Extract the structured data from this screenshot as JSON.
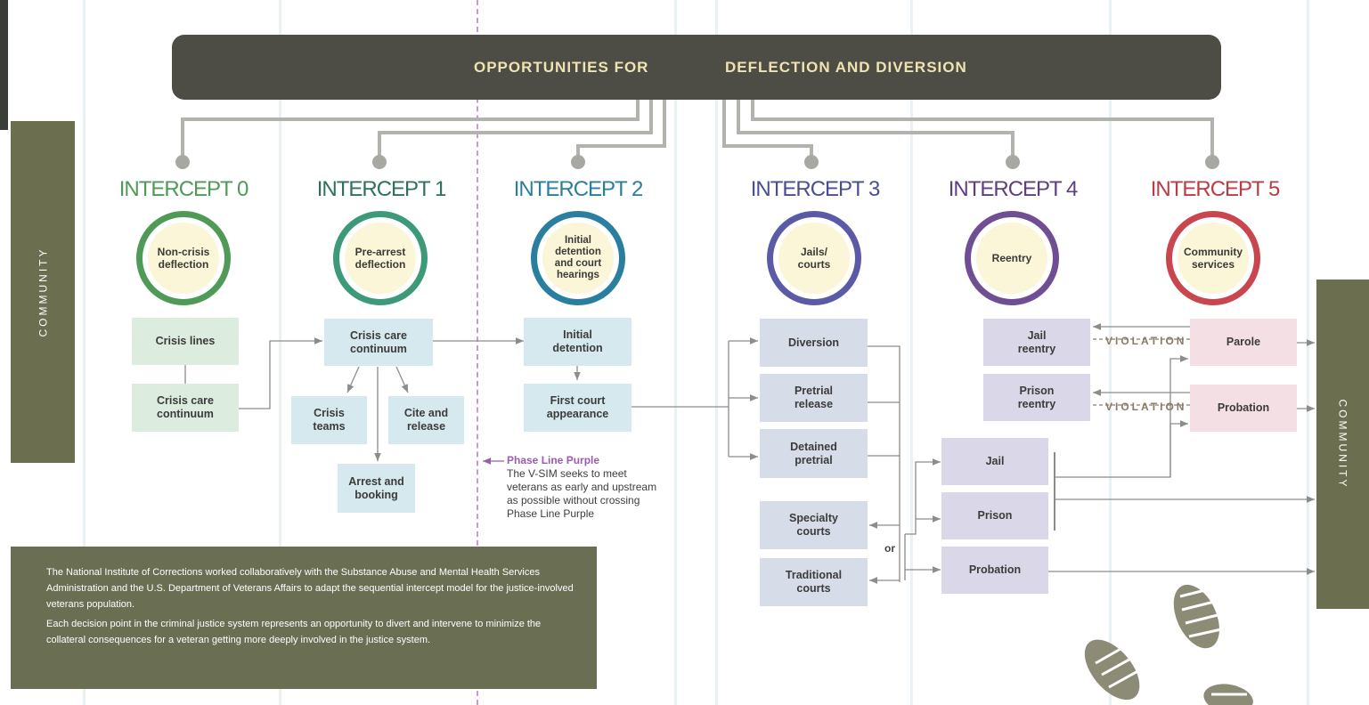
{
  "banner": {
    "left": "OPPORTUNITIES FOR",
    "right": "DEFLECTION AND DIVERSION"
  },
  "side_labels": {
    "left": "COMMUNITY",
    "right": "COMMUNITY"
  },
  "colors": {
    "intercept0": "#4f9a57",
    "intercept1": "#3d9a78",
    "intercept2": "#2a7ea0",
    "intercept3": "#5a5aa6",
    "intercept4": "#704e93",
    "intercept5": "#c9464e",
    "banner": "#4d4d45",
    "side_band": "#6b6f4f",
    "phase_line": "#9a5cae"
  },
  "intercepts": [
    {
      "title": "INTERCEPT 0",
      "circle": "Non-crisis\ndeflection"
    },
    {
      "title": "INTERCEPT 1",
      "circle": "Pre-arrest\ndeflection"
    },
    {
      "title": "INTERCEPT 2",
      "circle": "Initial\ndetention\nand court\nhearings"
    },
    {
      "title": "INTERCEPT 3",
      "circle": "Jails/\ncourts"
    },
    {
      "title": "INTERCEPT 4",
      "circle": "Reentry"
    },
    {
      "title": "INTERCEPT 5",
      "circle": "Community\nservices"
    }
  ],
  "boxes": {
    "crisis_lines": "Crisis lines",
    "crisis_care_0": "Crisis care\ncontinuum",
    "crisis_care_1": "Crisis care\ncontinuum",
    "crisis_teams": "Crisis\nteams",
    "cite_release": "Cite and\nrelease",
    "arrest_booking": "Arrest and\nbooking",
    "initial_detention": "Initial\ndetention",
    "first_court": "First court\nappearance",
    "diversion": "Diversion",
    "pretrial_release": "Pretrial\nrelease",
    "detained_pretrial": "Detained\npretrial",
    "specialty_courts": "Specialty\ncourts",
    "traditional_courts": "Traditional\ncourts",
    "jail": "Jail",
    "prison": "Prison",
    "probation_3": "Probation",
    "jail_reentry": "Jail\nreentry",
    "prison_reentry": "Prison\nreentry",
    "parole": "Parole",
    "probation_5": "Probation"
  },
  "violation_label": "VIOLATION",
  "or_label": "or",
  "phase_line": {
    "title": "Phase Line Purple",
    "text": "The V-SIM seeks to meet veterans as early and upstream as possible without crossing Phase Line Purple"
  },
  "info": {
    "p1": "The National Institute of Corrections worked collaboratively with the Substance Abuse and Mental Health Services Administration and the U.S. Department of Veterans Affairs to adapt the sequential intercept model for the justice-involved veterans population.",
    "p2": "Each decision point in the criminal justice system represents an opportunity to divert and intervene to minimize the collateral consequences for a veteran getting more deeply involved in the justice system."
  }
}
